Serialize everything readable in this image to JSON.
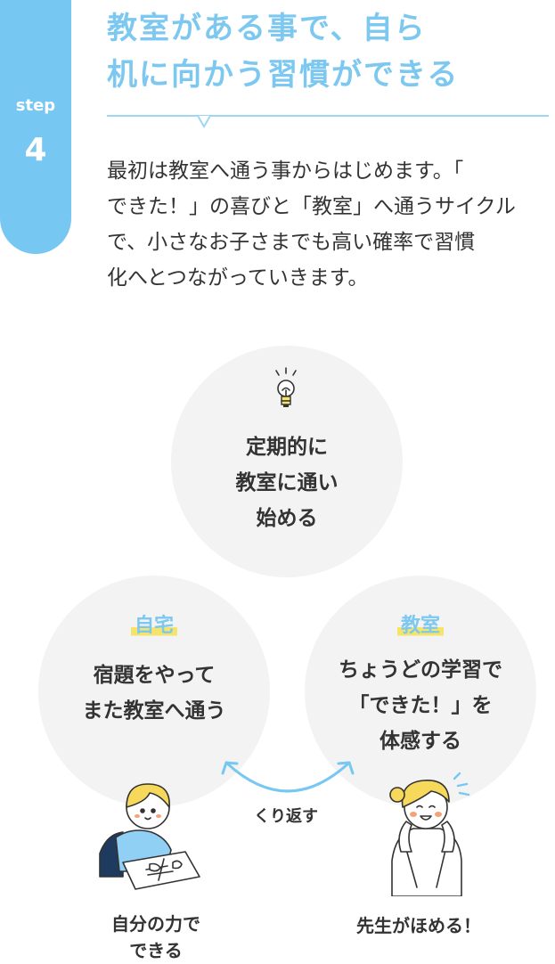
{
  "step": {
    "label": "step",
    "number": "4"
  },
  "title": {
    "lines": [
      "教室がある事で、自ら",
      "机に向かう習慣ができる"
    ]
  },
  "description": {
    "lines": [
      "最初は教室へ通う事からはじめます。「",
      "できた！」の喜びと「教室」へ通うサイクル",
      "で、小さなお子さまでも高い確率で習慣",
      "化へとつながっていきます。"
    ]
  },
  "cycle": {
    "top": {
      "icon": "lightbulb-icon",
      "lines": [
        "定期的に",
        "教室に通い",
        "始める"
      ]
    },
    "home": {
      "title": "自宅",
      "lines": [
        "宿題をやって",
        "また教室へ通う"
      ]
    },
    "classroom": {
      "title": "教室",
      "lines": [
        "ちょうどの学習で",
        "「できた！」を",
        "体感する"
      ]
    },
    "repeat_label": "くり返す",
    "arrow_icon": "double-arrow-icon"
  },
  "captions": {
    "home": [
      "自分の力で",
      "できる"
    ],
    "classroom": [
      "先生がほめる！"
    ]
  },
  "colors": {
    "accent": "#76c7f2",
    "highlight": "#f6e46a",
    "circle_bg": "#f3f3f3",
    "text": "#333333"
  }
}
